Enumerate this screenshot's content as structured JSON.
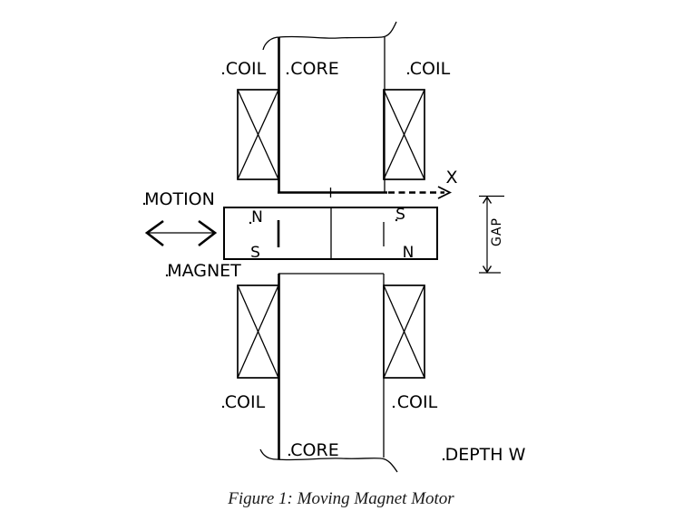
{
  "figure": {
    "caption": "Figure 1: Moving Magnet Motor",
    "labels": {
      "top_left_coil": "COIL",
      "top_core": "CORE",
      "top_right_coil": "COIL",
      "motion": "MOTION",
      "magnet": "MAGNET",
      "x_axis": "X",
      "gap": "GAP",
      "depth": "DEPTH W",
      "bottom_left_coil": "COIL",
      "bottom_right_coil": "COIL",
      "bottom_core": "CORE"
    },
    "magnet_poles": {
      "left_top": "N",
      "left_bottom": "S",
      "right_top": "S",
      "right_bottom": "N"
    },
    "colors": {
      "line": "#000000",
      "background": "#ffffff"
    }
  }
}
